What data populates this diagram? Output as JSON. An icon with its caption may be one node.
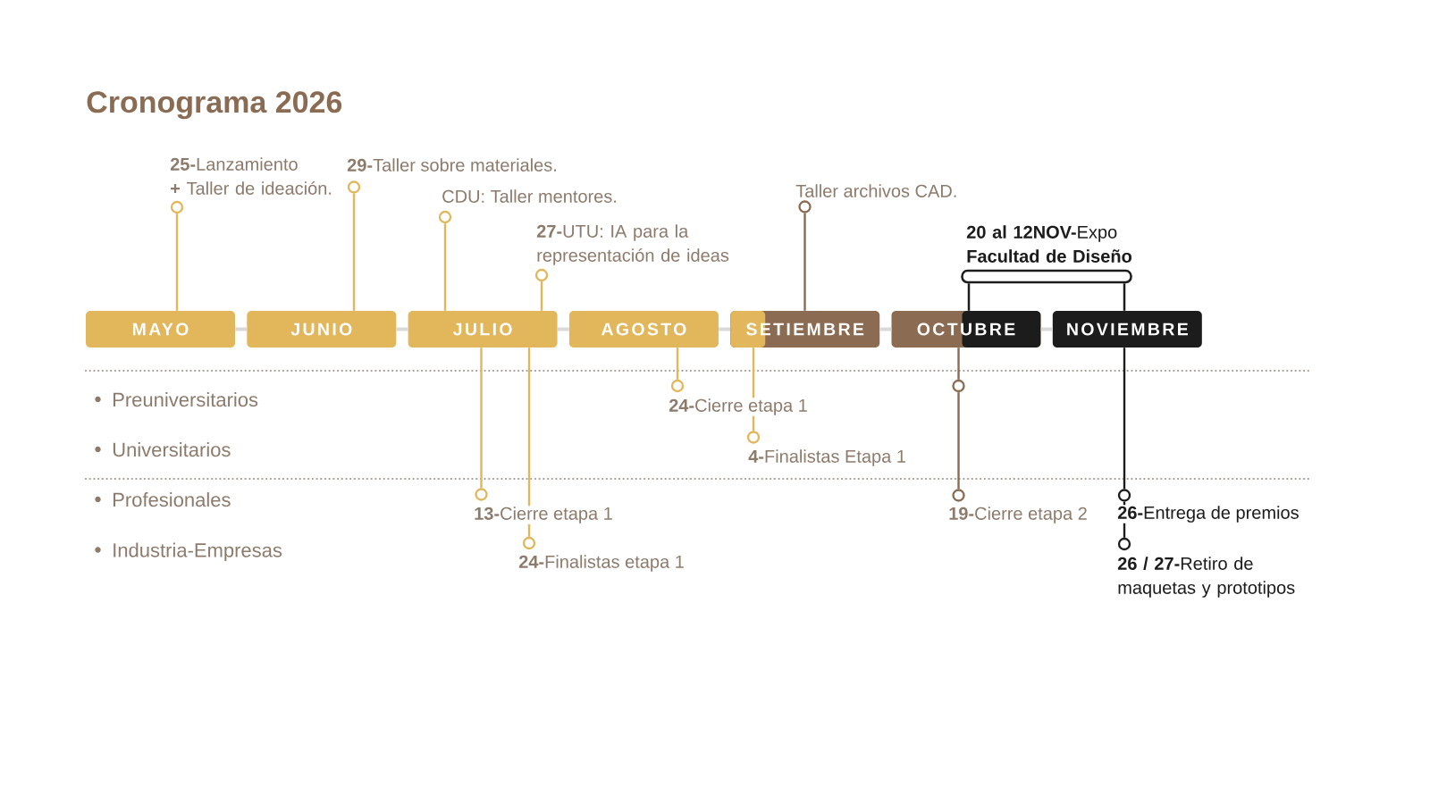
{
  "diagram": {
    "title": "Cronograma 2026",
    "nodes": [
      {
        "text": [],
        "shape": "circle",
        "beside": [
          "**25-**Lanzamiento **+** Taller de ideación."
        ]
      },
      {
        "text": [],
        "shape": "circle",
        "beside": [
          "**29-**Taller sobre materiales."
        ]
      },
      {
        "text": [],
        "shape": "circle",
        "beside": [
          "CDU: Taller mentores."
        ]
      },
      {
        "text": [],
        "shape": "circle",
        "beside": [
          "**27-**UTU: IA para la representación de ideas"
        ]
      },
      {
        "text": [],
        "shape": "circle",
        "beside": [
          "Taller archivos CAD."
        ]
      },
      {
        "text": [
          "**20 al 12NOV-**Expo **Facultad de Diseño**"
        ]
      },
      {
        "text": [
          "MAYO"
        ]
      },
      {
        "text": [
          "JUNIO"
        ]
      },
      {
        "text": [
          "JULIO"
        ]
      },
      {
        "text": [
          "AGOSTO"
        ]
      },
      {
        "text": [
          "SETIEMBRE"
        ]
      },
      {
        "text": [
          "OCTUBRE"
        ]
      },
      {
        "text": [
          "NOVIEMBRE"
        ]
      },
      {
        "text": [],
        "shape": "circle",
        "beside": [
          "**24-**Cierre etapa 1"
        ]
      },
      {
        "text": [],
        "shape": "circle"
      },
      {
        "text": [],
        "shape": "circle",
        "beside": [
          "**4-**Finalistas Etapa 1"
        ]
      },
      {
        "text": [],
        "shape": "circle",
        "beside": [
          "**13-**Cierre etapa 1"
        ]
      },
      {
        "text": [],
        "shape": "circle",
        "beside": [
          "**19-**Cierre etapa 2"
        ]
      },
      {
        "text": [],
        "shape": "circle",
        "beside": [
          "**26-**Entrega de premios"
        ]
      },
      {
        "text": [],
        "shape": "circle",
        "beside": [
          "**24-**Finalistas etapa 1"
        ]
      },
      {
        "text": [],
        "shape": "circle",
        "beside": [
          "**26 / 27-**Retiro de maquetas y prototipos"
        ]
      }
    ],
    "edges": [
      {
        "from": 6,
        "to": 7,
        "arrow": "none",
        "color": "#d9d9d9"
      },
      {
        "from": 7,
        "to": 8,
        "arrow": "none",
        "color": "#d9d9d9"
      },
      {
        "from": 8,
        "to": 9,
        "arrow": "none",
        "color": "#d9d9d9"
      },
      {
        "from": 9,
        "to": 10,
        "arrow": "none",
        "color": "#d9d9d9"
      },
      {
        "from": 10,
        "to": 11,
        "arrow": "none",
        "color": "#d9d9d9"
      },
      {
        "from": 11,
        "to": 12,
        "arrow": "none",
        "color": "#d9d9d9"
      },
      {
        "from": 6,
        "to": 0,
        "arrow": "none"
      },
      {
        "from": 7,
        "to": 1,
        "arrow": "none"
      },
      {
        "from": 8,
        "to": 2,
        "arrow": "none"
      },
      {
        "from": 8,
        "to": 3,
        "arrow": "none"
      },
      {
        "from": 10,
        "to": 4,
        "arrow": "none",
        "color": "#8b6b51"
      },
      {
        "from": 5,
        "to": 11,
        "arrow": "none",
        "color": "#1c1c1c"
      },
      {
        "from": 5,
        "to": 12,
        "arrow": "none",
        "color": "#1c1c1c"
      },
      {
        "from": 9,
        "to": 13,
        "arrow": "none"
      },
      {
        "from": 11,
        "to": 14,
        "arrow": "none",
        "color": "#8b6b51"
      },
      {
        "from": 10,
        "to": 15,
        "arrow": "none"
      },
      {
        "from": 8,
        "to": 16,
        "arrow": "none"
      },
      {
        "from": 14,
        "to": 17,
        "arrow": "none",
        "color": "#8b6b51"
      },
      {
        "from": 12,
        "to": 18,
        "arrow": "none",
        "color": "#1c1c1c"
      },
      {
        "from": 8,
        "to": 19,
        "arrow": "none"
      },
      {
        "from": 18,
        "to": 20,
        "arrow": "none",
        "color": "#1c1c1c"
      }
    ],
    "labels": [
      "Preuniversitarios",
      "Universitarios",
      "Profesionales",
      "Industria-Empresas"
    ]
  }
}
